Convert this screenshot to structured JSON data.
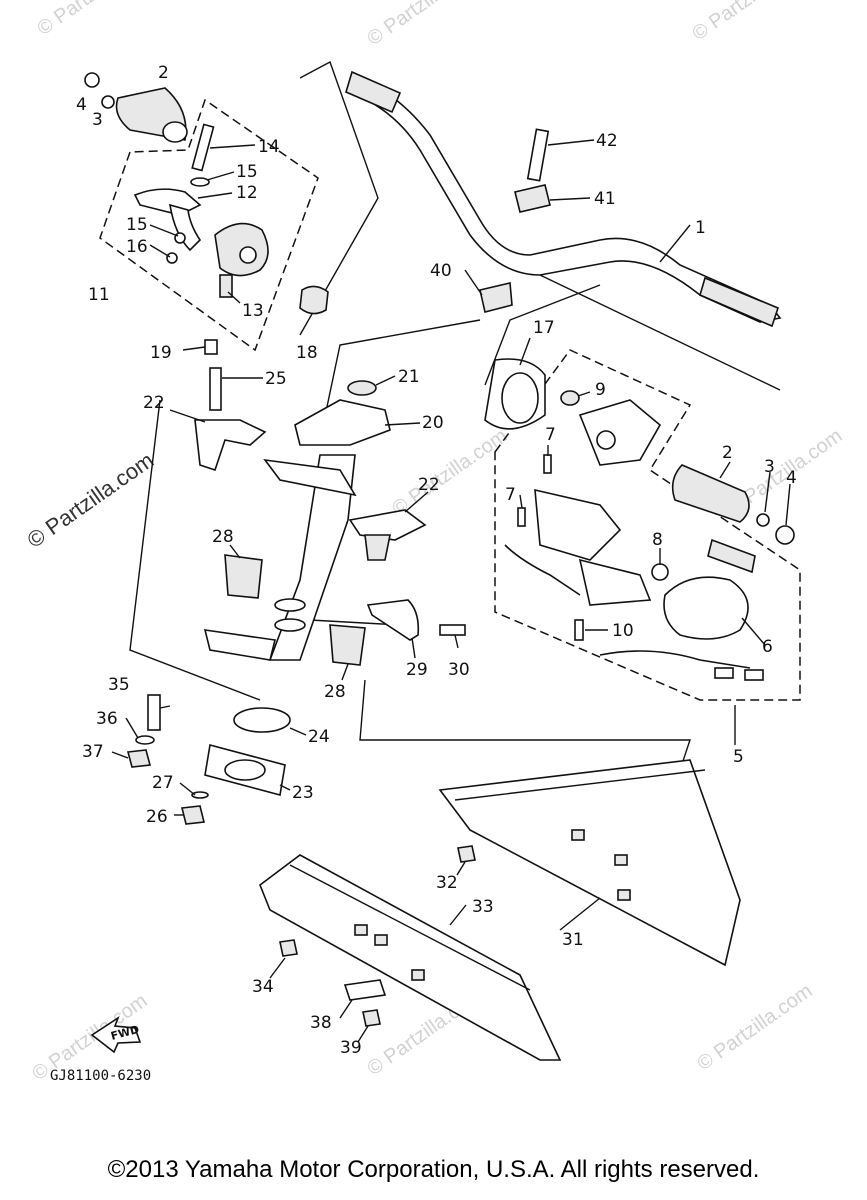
{
  "diagram": {
    "reference_code": "GJ81100-6230",
    "fwd_label": "FWD",
    "copyright": "©2013 Yamaha Motor Corporation, U.S.A. All rights reserved.",
    "watermark_text": "© Partzilla.com",
    "callouts": [
      "1",
      "2",
      "3",
      "4",
      "5",
      "6",
      "7",
      "8",
      "9",
      "10",
      "11",
      "12",
      "13",
      "14",
      "15",
      "16",
      "17",
      "18",
      "19",
      "20",
      "21",
      "22",
      "23",
      "24",
      "25",
      "26",
      "27",
      "28",
      "29",
      "30",
      "31",
      "32",
      "33",
      "34",
      "35",
      "36",
      "37",
      "38",
      "39",
      "40",
      "41",
      "42"
    ]
  }
}
